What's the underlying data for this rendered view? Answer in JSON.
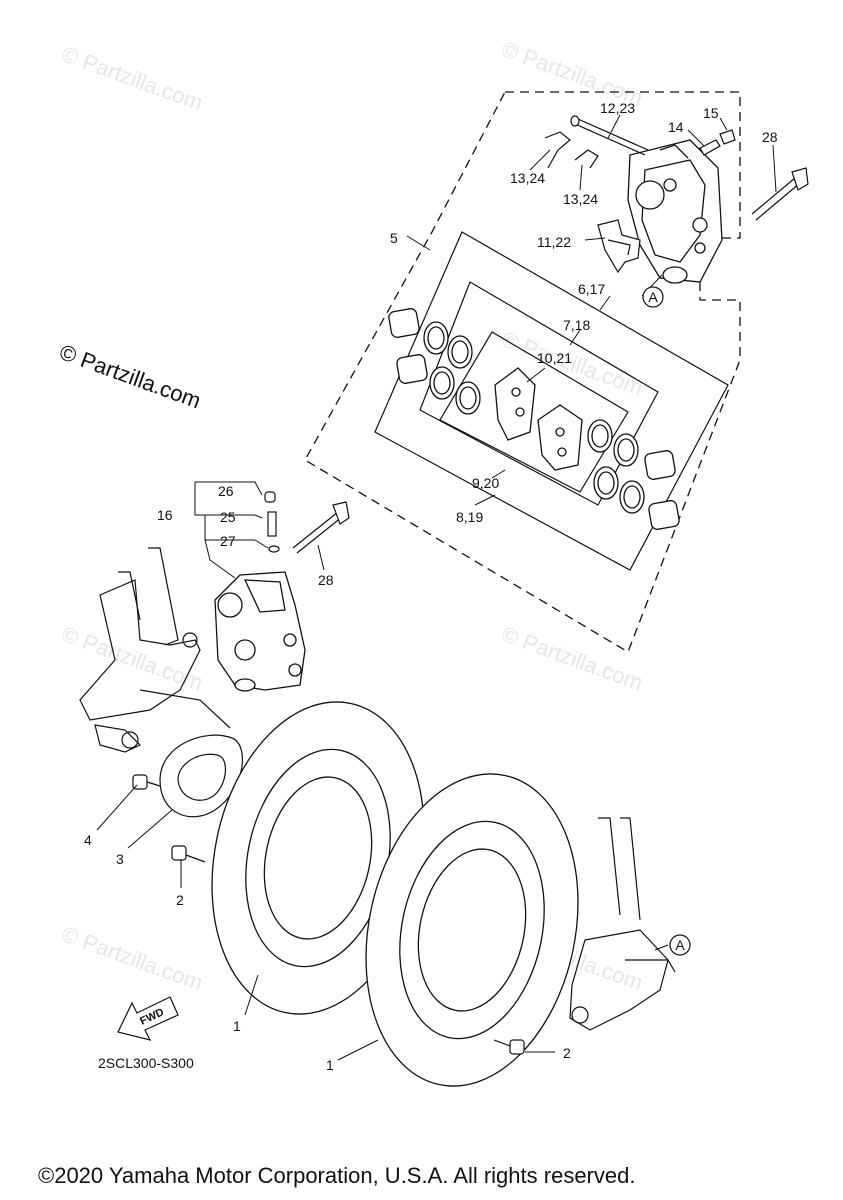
{
  "watermarks": [
    "© Partzilla.com",
    "© Partzilla.com",
    "© Partzilla.com",
    "© Partzilla.com",
    "© Partzilla.com",
    "© Partzilla.com",
    "© Partzilla.com"
  ],
  "watermark_main": "© Partzilla.com",
  "diagram_code": "2SCL300-S300",
  "fwd_label": "FWD",
  "footer": "©2020 Yamaha Motor Corporation, U.S.A. All rights reserved.",
  "callouts": {
    "c12_23": "12,23",
    "c15": "15",
    "c14": "14",
    "c28a": "28",
    "c13_24a": "13,24",
    "c13_24b": "13,24",
    "c5": "5",
    "c11_22": "11,22",
    "c6_17": "6,17",
    "cA1": "A",
    "c7_18": "7,18",
    "c10_21": "10,21",
    "c9_20": "9,20",
    "c8_19": "8,19",
    "c26": "26",
    "c16": "16",
    "c25": "25",
    "c27": "27",
    "c28b": "28",
    "c4": "4",
    "c3": "3",
    "c2a": "2",
    "c1a": "1",
    "c1b": "1",
    "c2b": "2",
    "cA2": "A"
  }
}
